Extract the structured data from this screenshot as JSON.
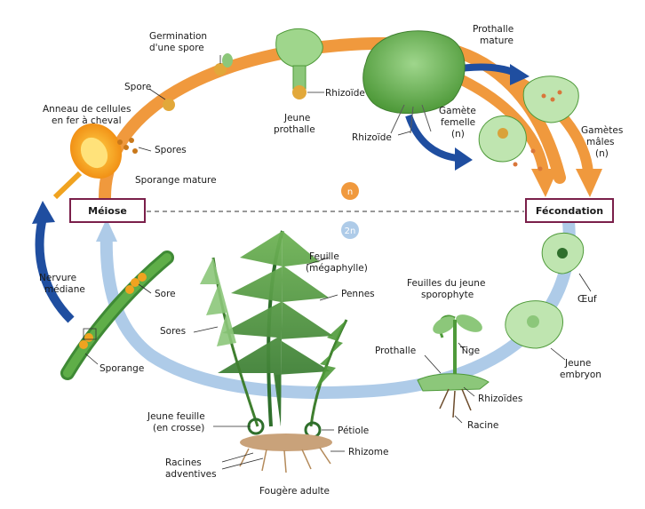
{
  "colors": {
    "haploid_cycle": "#f0993d",
    "diploid_cycle": "#aecbe8",
    "dark_arrow": "#1f4ea0",
    "box_border": "#7a1f4a",
    "plant_green": "#4f9a3a",
    "light_green": "#8cc77a",
    "sporangium": "#f0a320"
  },
  "phases": {
    "haploid": "n",
    "diploid": "2n"
  },
  "boxes": {
    "meiosis": "Méiose",
    "fertilization": "Fécondation"
  },
  "labels": {
    "annulus_1": "Anneau de cellules",
    "annulus_2": "en fer à cheval",
    "spore": "Spore",
    "germination_1": "Germination",
    "germination_2": "d'une spore",
    "spores": "Spores",
    "mature_sporangium": "Sporange mature",
    "rhizoid_young": "Rhizoïde",
    "young_prothallus_1": "Jeune",
    "young_prothallus_2": "prothalle",
    "mature_prothallus_1": "Prothalle",
    "mature_prothallus_2": "mature",
    "rhizoid_mature": "Rhizoïde",
    "female_gamete_1": "Gamète",
    "female_gamete_2": "femelle",
    "female_gamete_3": "(n)",
    "male_gametes_1": "Gamètes",
    "male_gametes_2": "mâles",
    "male_gametes_3": "(n)",
    "egg": "Œuf",
    "young_embryo_1": "Jeune",
    "young_embryo_2": "embryon",
    "young_sporophyte_1": "Feuilles du jeune",
    "young_sporophyte_2": "sporophyte",
    "stem": "Tige",
    "prothallus": "Prothalle",
    "rhizoids": "Rhizoïdes",
    "root": "Racine",
    "leaf_1": "Feuille",
    "leaf_2": "(mégaphylle)",
    "pinnae": "Pennes",
    "sori": "Sores",
    "young_leaf_1": "Jeune feuille",
    "young_leaf_2": "(en crosse)",
    "petiole": "Pétiole",
    "rhizome": "Rhizome",
    "adv_roots_1": "Racines",
    "adv_roots_2": "adventives",
    "adult_fern": "Fougère adulte",
    "midrib_1": "Nervure",
    "midrib_2": "médiane",
    "sorus": "Sore",
    "sporangium": "Sporange"
  }
}
